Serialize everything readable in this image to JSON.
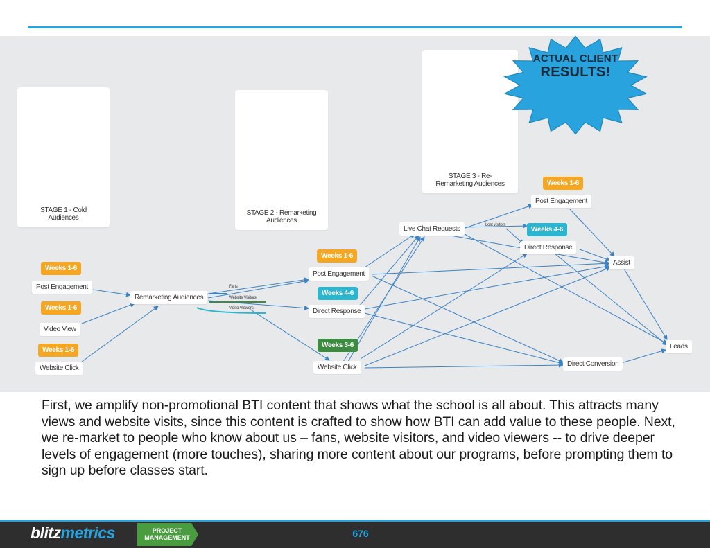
{
  "burst": {
    "line1": "ACTUAL CLIENT",
    "line2": "RESULTS!"
  },
  "stages": {
    "stage1": "STAGE 1 - Cold\nAudiences",
    "stage2": "STAGE 2 - Remarketing\nAudiences",
    "stage3": "STAGE 3 - Re-\nRemarketing Audiences"
  },
  "nodes": {
    "post_engagement_1": "Post Engagement",
    "video_view": "Video View",
    "website_click_1": "Website Click",
    "remarketing_audiences": "Remarketing Audiences",
    "post_engagement_2": "Post Engagement",
    "direct_response_2": "Direct Response",
    "website_click_2": "Website Click",
    "live_chat_requests": "Live Chat Requests",
    "post_engagement_3": "Post Engagement",
    "direct_response_3": "Direct Response",
    "assist": "Assist",
    "direct_conversion": "Direct Conversion",
    "leads": "Leads"
  },
  "badges": {
    "b1": "Weeks 1-6",
    "b2": "Weeks 1-6",
    "b3": "Weeks 1-6",
    "b4": "Weeks 1-6",
    "b5": "Weeks 4-6",
    "b6": "Weeks 3-6",
    "b7": "Weeks 1-6",
    "b8": "Weeks 4-6"
  },
  "edge_labels": {
    "fans": "Fans",
    "website_visitors": "Website Visitors",
    "video_viewers": "Video Viewers",
    "lost_visitors": "Lost visitors"
  },
  "colors": {
    "orange": "#f5a623",
    "teal": "#2bb5cf",
    "green": "#3d8b40",
    "blue": "#29a3dd",
    "arrow": "#3b82c4"
  },
  "paragraph": "First, we amplify non-promotional BTI content that shows what the school is all about. This attracts many views and website visits, since this content is crafted to show how BTI can add value to these people. Next, we re-market to people who know about us – fans, website visitors, and video viewers -- to drive deeper levels of engagement (more touches), sharing more content about our programs, before prompting them to sign up before classes start.",
  "footer": {
    "logo_a": "blitz",
    "logo_b": "metrics",
    "pm_line1": "PROJECT",
    "pm_line2": "MANAGEMENT",
    "page_number": "676"
  }
}
